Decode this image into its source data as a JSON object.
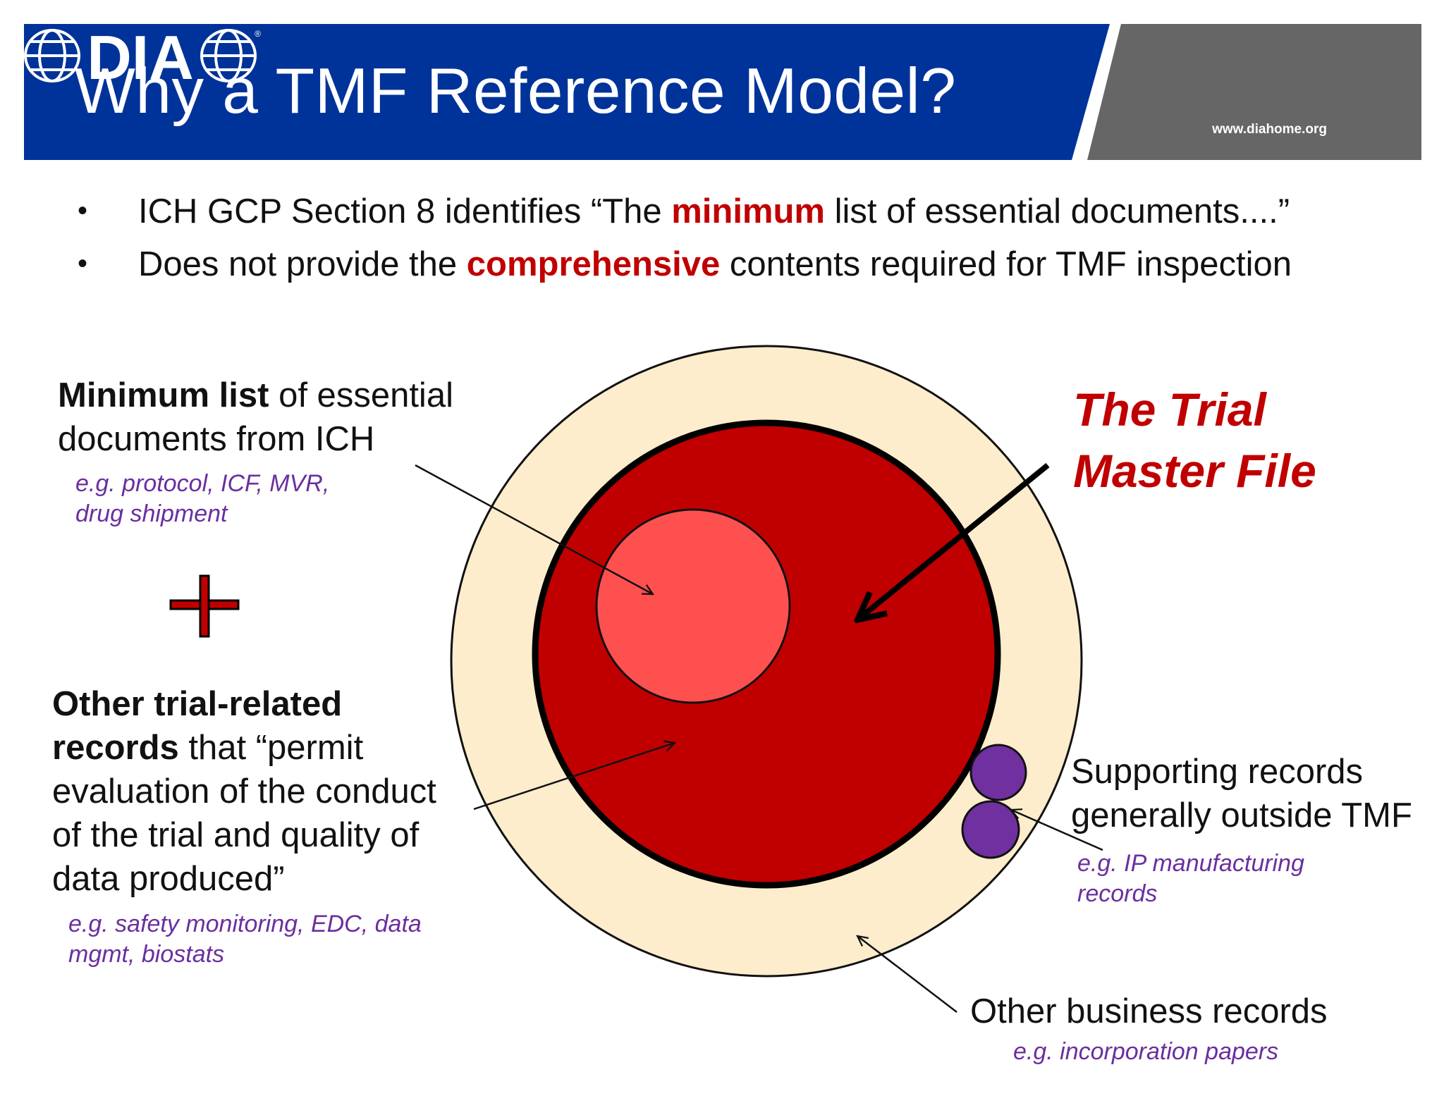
{
  "header": {
    "title": "Why a TMF Reference Model?",
    "logo_text": "DIA",
    "logo_url": "www.diahome.org",
    "colors": {
      "band": "#003399",
      "logo_panel": "#666666"
    }
  },
  "bullets": [
    {
      "pre": "ICH GCP Section 8 identifies “The ",
      "highlight": "minimum",
      "post": " list of essential documents....”"
    },
    {
      "pre": "Does not provide the ",
      "highlight": "comprehensive",
      "post": " contents required for TMF inspection"
    }
  ],
  "diagram": {
    "tmf_label_line1": "The Trial",
    "tmf_label_line2": "Master File",
    "minimum": {
      "bold": "Minimum list",
      "rest": " of essential",
      "line2": "documents from ICH",
      "example_line1": "e.g. protocol, ICF, MVR,",
      "example_line2": "drug shipment"
    },
    "plus_sign": "+",
    "other_trial": {
      "line1_bold": "Other trial-related",
      "line2_bold": "records",
      "line2_rest": " that “permit",
      "line3": "evaluation of the conduct",
      "line4": "of the trial and quality of",
      "line5": "data produced”",
      "example_line1": "e.g. safety monitoring, EDC, data",
      "example_line2": "mgmt, biostats"
    },
    "supporting": {
      "line1": "Supporting records",
      "line2": "generally outside TMF",
      "example_line1": "e.g. IP manufacturing",
      "example_line2": "records"
    },
    "business": {
      "line1": "Other business records",
      "example": "e.g. incorporation papers"
    },
    "colors": {
      "outer_circle": "#fdedcc",
      "tmf_circle": "#c00000",
      "minimum_circle": "#ff5050",
      "supporting_circles": "#7030a0",
      "example_text": "#6a2fa0",
      "highlight": "#c00000"
    }
  }
}
